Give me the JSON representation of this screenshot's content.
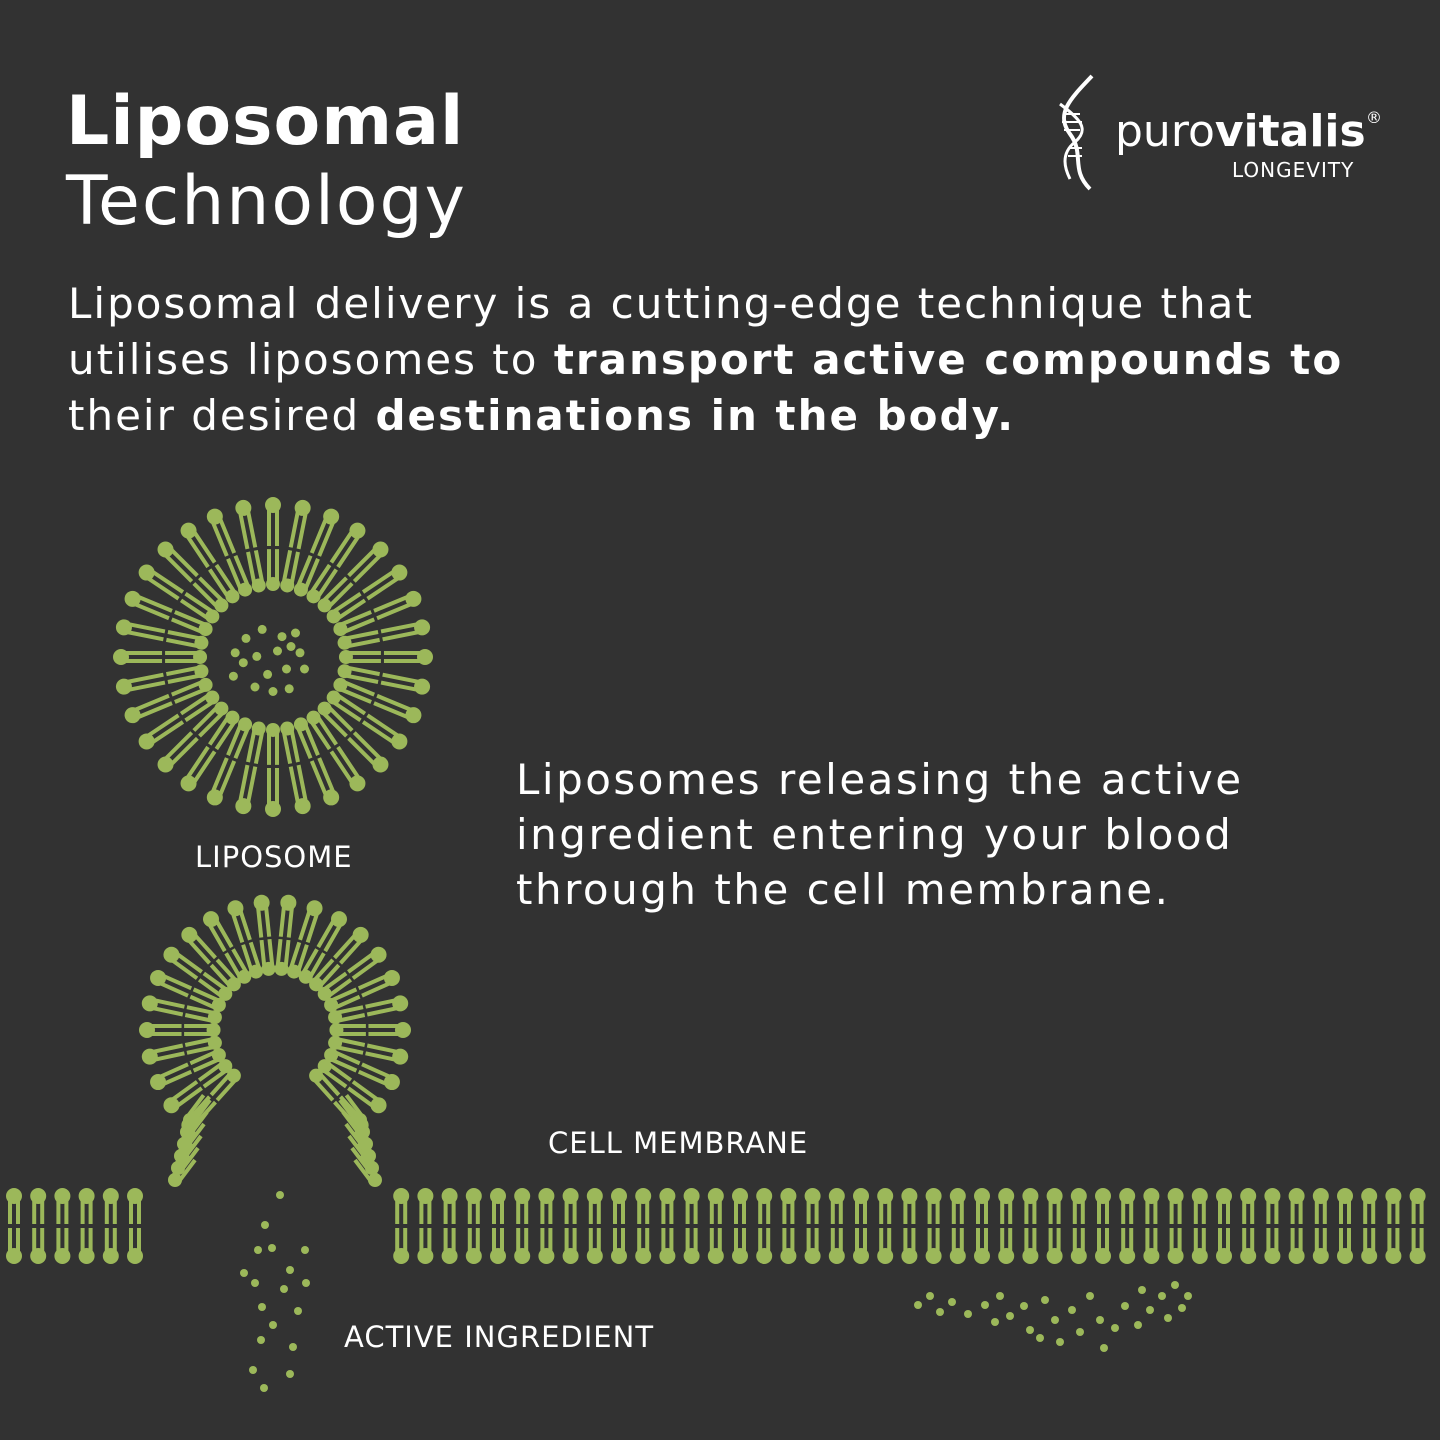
{
  "header": {
    "title_line1": "Liposomal",
    "title_line2": "Technology"
  },
  "intro": {
    "part1": "Liposomal delivery is a cutting-edge technique that utilises liposomes to ",
    "bold1": "transport active compounds to",
    "part2": " their desired ",
    "bold2": "destinations in the body."
  },
  "release_text": "Liposomes releasing the active ingredient entering your blood through the cell membrane.",
  "labels": {
    "liposome": "LIPOSOME",
    "cell_membrane": "CELL MEMBRANE",
    "active_ingredient": "ACTIVE INGREDIENT"
  },
  "logo": {
    "light": "puro",
    "bold": "vitalis",
    "registered": "®",
    "tagline": "LONGEVITY",
    "icon": "dna-helix-icon"
  },
  "colors": {
    "background": "#323232",
    "accent": "#9cb85a",
    "text": "#ffffff"
  }
}
